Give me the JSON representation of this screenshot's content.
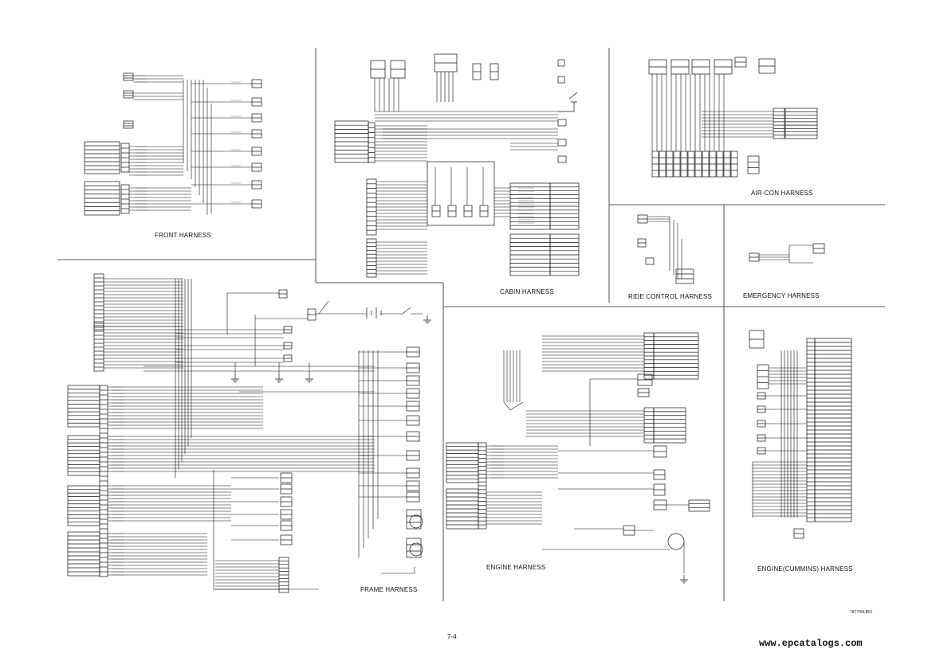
{
  "sheet": {
    "panels": [
      {
        "id": "front",
        "title": "FRONT HARNESS"
      },
      {
        "id": "cabin",
        "title": "CABIN HARNESS"
      },
      {
        "id": "aircon",
        "title": "AIR-CON HARNESS"
      },
      {
        "id": "ride",
        "title": "RIDE CONTROL HARNESS"
      },
      {
        "id": "emergency",
        "title": "EMERGENCY HARNESS"
      },
      {
        "id": "frame",
        "title": "FRAME HARNESS"
      },
      {
        "id": "engine",
        "title": "ENGINE HARNESS"
      },
      {
        "id": "cummins",
        "title": "ENGINE(CUMMINS) HARNESS"
      }
    ],
    "page_number": "7-4",
    "drawing_code": "787749LB01",
    "watermark": "www.epcatalogs.com"
  },
  "colors": {
    "ink": "#111111",
    "paper": "#ffffff"
  }
}
